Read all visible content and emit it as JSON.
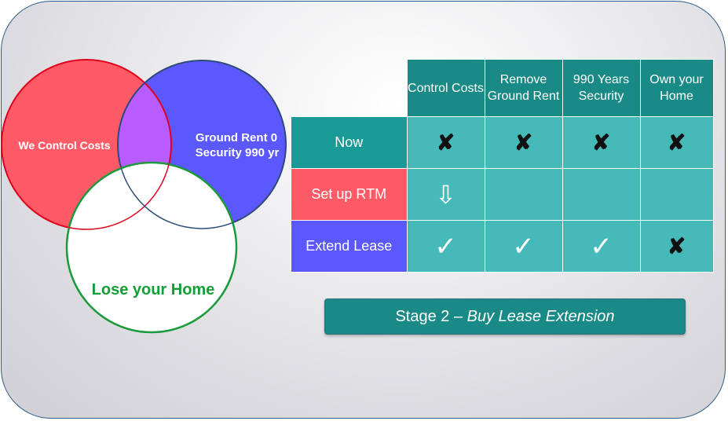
{
  "venn": {
    "costs_label": "We Control Costs",
    "ground_rent_line1": "Ground Rent 0",
    "ground_rent_line2": "Security 990 yr",
    "home_label": "Lose your Home",
    "colors": {
      "costs_fill": "#ff5a66",
      "costs_stroke": "#e0001c",
      "ground_fill": "#5b58ff",
      "ground_stroke": "#2e4a7a",
      "overlap_fill": "#b95cff",
      "home_fill": "#ffffff",
      "home_stroke": "#1a9a3a",
      "home_text": "#12a035"
    }
  },
  "table": {
    "headers": [
      "Control Costs",
      "Remove Ground Rent",
      "990 Years Security",
      "Own your Home"
    ],
    "rows": [
      {
        "label": "Now",
        "label_color": "#1a9a96",
        "cells": [
          "✘",
          "✘",
          "✘",
          "✘"
        ]
      },
      {
        "label": "Set up RTM",
        "label_color": "#ff5a66",
        "cells": [
          "⇩",
          "",
          "",
          ""
        ]
      },
      {
        "label": "Extend Lease",
        "label_color": "#5b58ff",
        "cells": [
          "✓",
          "✓",
          "✓",
          "✘"
        ]
      }
    ]
  },
  "stage": {
    "prefix": "Stage 2 – ",
    "title": "Buy Lease Extension"
  }
}
